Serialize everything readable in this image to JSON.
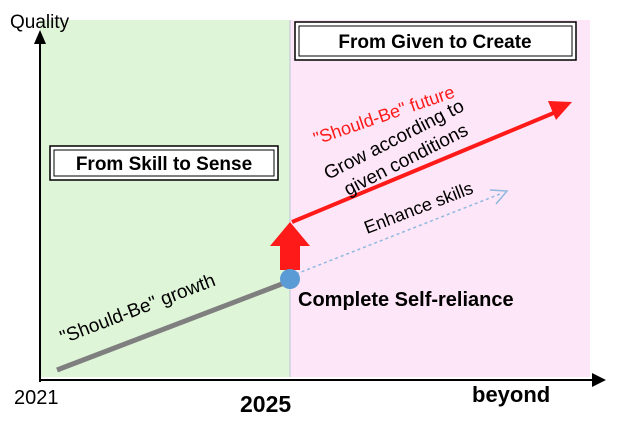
{
  "axes": {
    "y_label": "Quality",
    "x_start": "2021",
    "x_mid": "2025",
    "x_end": "beyond"
  },
  "regions": {
    "left_title": "From Skill to Sense",
    "right_title": "From Given to Create"
  },
  "labels": {
    "growth": "\"Should-Be\" growth",
    "milestone": "Complete Self-reliance",
    "future": "\"Should-Be\" future",
    "grow_line1": "Grow according to",
    "grow_line2": "given conditions",
    "enhance": "Enhance skills"
  },
  "colors": {
    "left_bg": "#dff5d8",
    "right_bg": "#fde6f7",
    "accent_red": "#ff1a1a",
    "milestone_dot": "#5b9bd5",
    "growth_line": "#7f7f7f",
    "enhance_arrow": "#8fb8de"
  }
}
